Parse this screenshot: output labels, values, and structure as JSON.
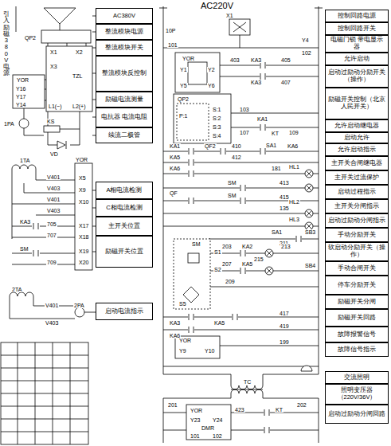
{
  "diagram": {
    "title": "AC220V",
    "nodes": [
      {
        "text": [
          "AC380V"
        ]
      },
      {
        "text": [
          "整流模块电源"
        ]
      },
      {
        "text": [
          "整流模块开关"
        ]
      },
      {
        "text": [
          "整流模块反控制"
        ]
      },
      {
        "text": [
          "励磁电流测量"
        ]
      },
      {
        "text": [
          "电抗器 电流电阻"
        ]
      },
      {
        "text": [
          "续流二极管"
        ]
      },
      {
        "text": [
          "A相电流检测"
        ]
      },
      {
        "text": [
          "C相电流检测"
        ]
      },
      {
        "text": [
          "主开关位置"
        ]
      },
      {
        "text": [
          "励磁开关位置"
        ]
      },
      {
        "text": [
          "启动电流指示"
        ]
      },
      {
        "text": [
          "控制回路电源"
        ]
      },
      {
        "text": [
          "控制回路开关"
        ]
      },
      {
        "text": [
          "电磁门锁 带电显示器"
        ]
      },
      {
        "text": [
          "允许启动"
        ]
      },
      {
        "text": [
          "启动过励动分励开关（操作）"
        ]
      },
      {
        "text": [
          "励磁开关控制（北京人民开关）"
        ]
      },
      {
        "text": [
          "允许启动继电器"
        ]
      },
      {
        "text": [
          "启动允许"
        ]
      },
      {
        "text": [
          "允许启动指示"
        ]
      },
      {
        "text": [
          "主开关合闸继电器"
        ]
      },
      {
        "text": [
          "主开关过流保护"
        ]
      },
      {
        "text": [
          "启动过程指示"
        ]
      },
      {
        "text": [
          "主开关分闸指示"
        ]
      },
      {
        "text": [
          "启动过励动分闸指示"
        ]
      },
      {
        "text": [
          "手动分励开关"
        ]
      },
      {
        "text": [
          "软启动分励开关（操作）"
        ]
      },
      {
        "text": [
          "手动合闸开关"
        ]
      },
      {
        "text": [
          "停车分励开关"
        ]
      },
      {
        "text": [
          "励磁开关分闸"
        ]
      },
      {
        "text": [
          "励磁开关回路"
        ]
      },
      {
        "text": [
          "故障报警信号"
        ]
      },
      {
        "text": [
          "故障信号指示"
        ]
      },
      {
        "text": [
          "交流照明"
        ]
      },
      {
        "text": [
          "照明变压器（220V/36V）"
        ]
      },
      {
        "text": [
          "启动过励动分闸回路"
        ]
      }
    ],
    "labels": [
      "引入励磁380V电源",
      "10P",
      "101",
      "X1",
      "Y4",
      "102",
      "YOR",
      "Y1",
      "Y2",
      "Y5",
      "Y6",
      "403",
      "405",
      "KA3",
      "KA3",
      "407",
      "QP2",
      "P:1",
      "S:1",
      "S:2",
      "S:3",
      "S:4",
      "103",
      "107",
      "KA1",
      "KT",
      "109",
      "KA1",
      "QF2",
      "410",
      "SA1",
      "KA6",
      "KA5",
      "412",
      "KA6",
      "181",
      "HL1",
      "413",
      "QF",
      "SM",
      "415",
      "HL2",
      "SM",
      "135",
      "HL3",
      "SA1",
      "211",
      "SB3",
      "SM",
      "S1",
      "203",
      "KA2",
      "215",
      "213",
      "SB4",
      "S2",
      "207",
      "KA5",
      "209",
      "S5",
      "KA3",
      "KA5",
      "417",
      "KA6",
      "419",
      "YOR",
      "Y9",
      "Y10",
      "199",
      "TC",
      "201",
      "202",
      "YOR",
      "Y23",
      "Y24",
      "423",
      "KT",
      "DMR",
      "101",
      "102",
      "QP2",
      "X1",
      "X2",
      "X3",
      "YOR",
      "Y16",
      "Y17",
      "Y14",
      "TZL",
      "L1(−)",
      "L2(+)",
      "1PA",
      "KS",
      "VD",
      "1TA",
      "V401",
      "YOR",
      "X5",
      "V403",
      "X9",
      "V401",
      "X10",
      "V403",
      "KA3",
      "705",
      "X17",
      "707",
      "X18",
      "SM",
      "X19",
      "709",
      "X20",
      "2TA",
      "2PA",
      "V401",
      "V403"
    ]
  }
}
